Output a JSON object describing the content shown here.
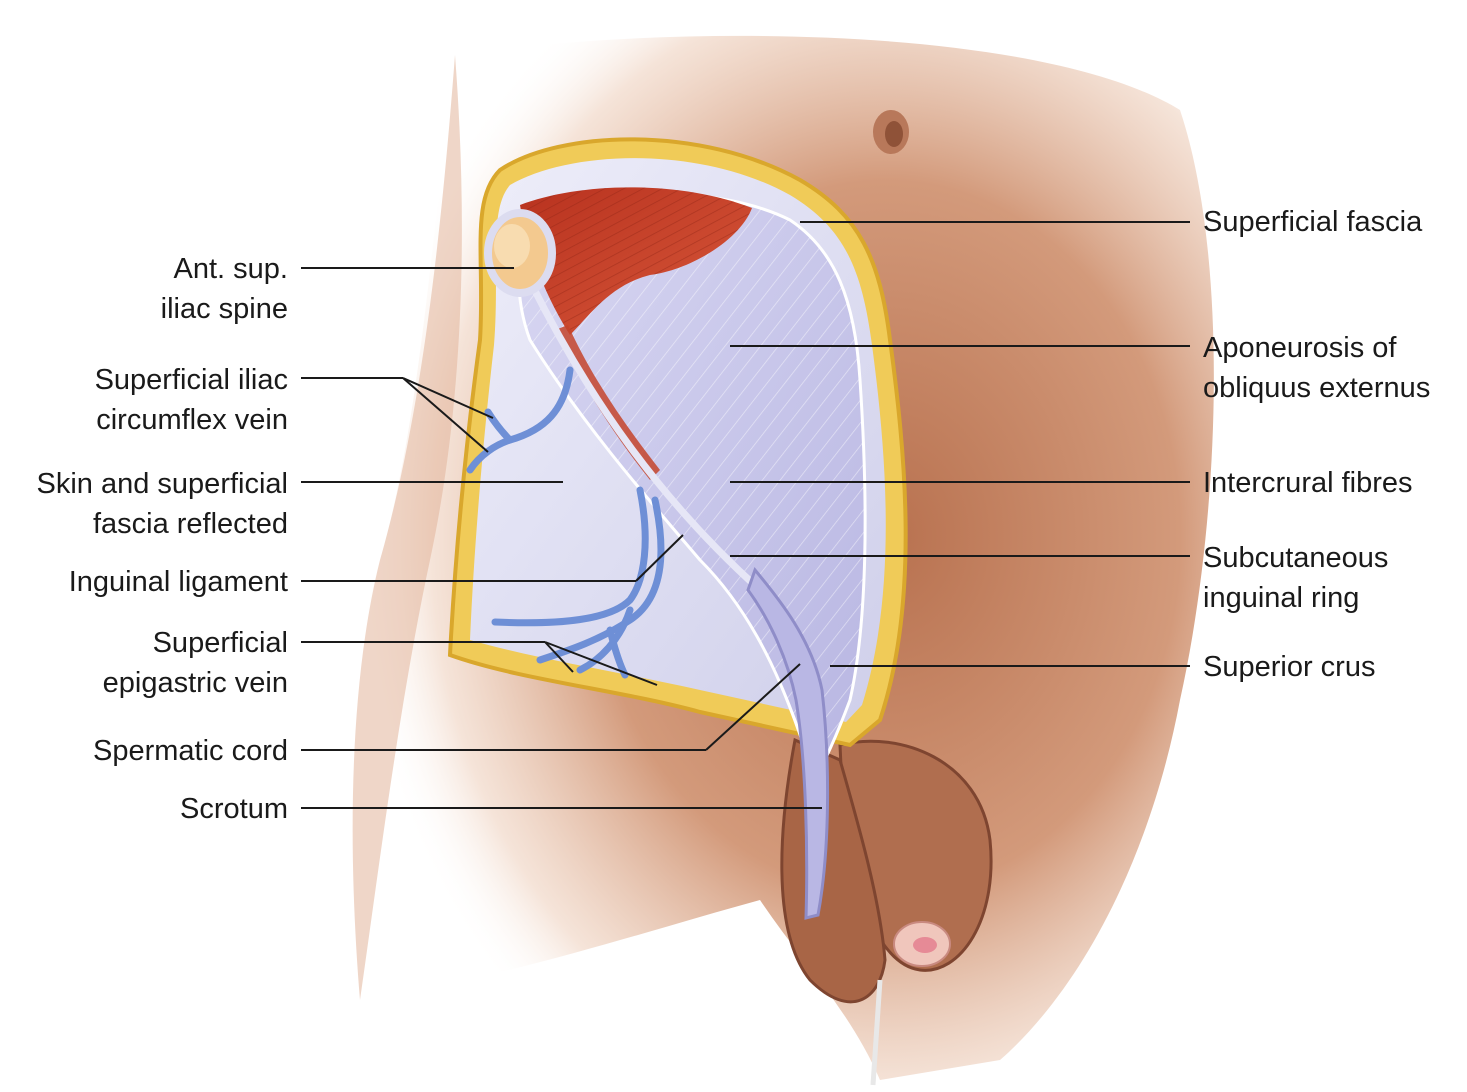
{
  "colors": {
    "skin": "#c98a6a",
    "skin_dark": "#9a5a3e",
    "fat": "#f0cb58",
    "fat_edge": "#d9a72c",
    "fascia": "#dcdcf0",
    "aponeurosis": "#c9c8ea",
    "muscle": "#c4442c",
    "vein": "#6e8fd6",
    "bone": "#f3c98f",
    "leader": "#1a1a1a"
  },
  "labels": {
    "asis": {
      "lines": [
        "Ant. sup.",
        "iliac spine"
      ]
    },
    "sic_vein": {
      "lines": [
        "Superficial iliac",
        "circumflex vein"
      ]
    },
    "skin_reflected": {
      "lines": [
        "Skin and superficial",
        "fascia reflected"
      ]
    },
    "inguinal_ligament": {
      "lines": [
        "Inguinal ligament"
      ]
    },
    "se_vein": {
      "lines": [
        "Superficial",
        "epigastric vein"
      ]
    },
    "spermatic_cord": {
      "lines": [
        "Spermatic cord"
      ]
    },
    "scrotum": {
      "lines": [
        "Scrotum"
      ]
    },
    "superficial_fascia": {
      "lines": [
        "Superficial fascia"
      ]
    },
    "aponeurosis": {
      "lines": [
        "Aponeurosis of",
        "obliquus externus"
      ]
    },
    "intercrural": {
      "lines": [
        "Intercrural fibres"
      ]
    },
    "subcut_ring": {
      "lines": [
        "Subcutaneous",
        "inguinal ring"
      ]
    },
    "superior_crus": {
      "lines": [
        "Superior crus"
      ]
    }
  }
}
